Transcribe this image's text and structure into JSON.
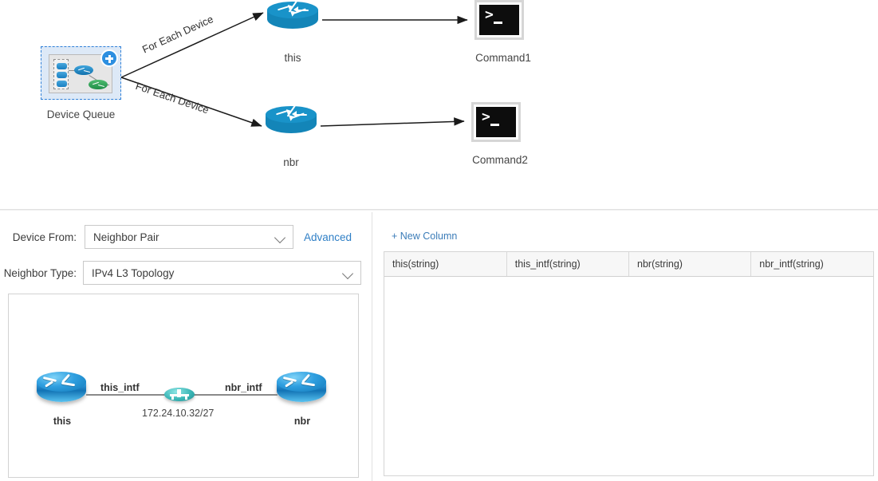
{
  "workflow": {
    "nodes": [
      {
        "id": "device-queue",
        "label": "Device Queue",
        "icon": "device-queue-icon"
      },
      {
        "id": "this-router",
        "label": "this",
        "icon": "router-icon"
      },
      {
        "id": "nbr-router",
        "label": "nbr",
        "icon": "router-icon"
      },
      {
        "id": "command1",
        "label": "Command1",
        "icon": "terminal-icon"
      },
      {
        "id": "command2",
        "label": "Command2",
        "icon": "terminal-icon"
      }
    ],
    "edges": [
      {
        "from": "device-queue",
        "to": "this-router",
        "label": "For Each Device"
      },
      {
        "from": "device-queue",
        "to": "nbr-router",
        "label": "For Each Device"
      },
      {
        "from": "this-router",
        "to": "command1",
        "label": ""
      },
      {
        "from": "nbr-router",
        "to": "command2",
        "label": ""
      }
    ]
  },
  "form": {
    "device_from": {
      "label": "Device From:",
      "value": "Neighbor Pair"
    },
    "advanced_label": "Advanced",
    "neighbor_type": {
      "label": "Neighbor Type:",
      "value": "IPv4 L3 Topology"
    }
  },
  "topology_preview": {
    "left_device": "this",
    "right_device": "nbr",
    "left_interface": "this_intf",
    "right_interface": "nbr_intf",
    "subnet": "172.24.10.32/27"
  },
  "table": {
    "new_column_label": "+ New Column",
    "columns": [
      "this(string)",
      "this_intf(string)",
      "nbr(string)",
      "nbr_intf(string)"
    ],
    "rows": []
  },
  "colors": {
    "link_blue": "#2f7fc6",
    "router_blue": "#1993c9",
    "queue_fill": "#dde9f7",
    "queue_border": "#2f80d8",
    "subnet_teal": "#3cb7b7",
    "terminal_black": "#0d0d0d"
  }
}
